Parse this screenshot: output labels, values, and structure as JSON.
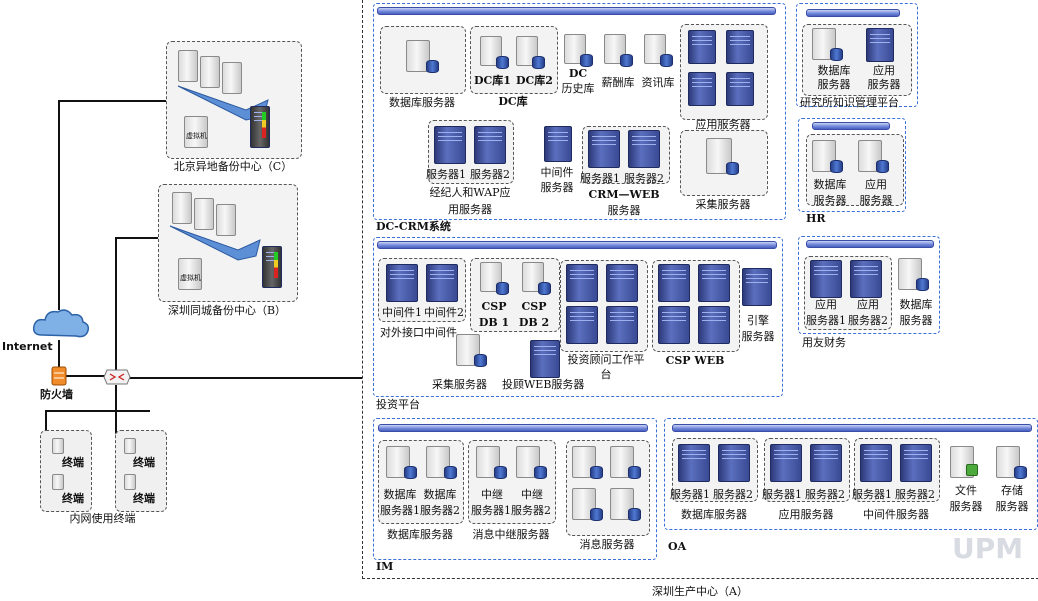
{
  "internet": {
    "label": "Internet",
    "firewall_label": "防火墙"
  },
  "beijing": {
    "label": "北京异地备份中心（C）",
    "vm_label": "虚拟机"
  },
  "shenzhen_backup": {
    "label": "深圳同城备份中心（B）",
    "vm_label": "虚拟机"
  },
  "terminals": {
    "label": "内网使用终端",
    "items": [
      "终端",
      "终端",
      "终端",
      "终端"
    ]
  },
  "production": {
    "label": "深圳生产中心（A）"
  },
  "dc_crm": {
    "label": "DC-CRM系统",
    "db_server": "数据库服务器",
    "dc_lib": {
      "label": "DC库",
      "items": [
        "DC库1",
        "DC库2"
      ]
    },
    "dc_history": [
      "DC",
      "历史库"
    ],
    "salary": "薪酬库",
    "info": "资讯库",
    "app_server": "应用服务器",
    "broker": {
      "items": [
        "服务器1",
        "服务器2"
      ],
      "label": [
        "经纪人和WAP应",
        "用服务器"
      ]
    },
    "middleware": [
      "中间件",
      "服务器"
    ],
    "crm_web": {
      "items": [
        "服务器1",
        "服务器2"
      ],
      "label": [
        "CRM—WEB",
        "服务器"
      ]
    },
    "collect": "采集服务器"
  },
  "research": {
    "db": [
      "数据库",
      "服务器"
    ],
    "app": [
      "应用",
      "服务器"
    ],
    "label": "研究所知识管理平台"
  },
  "hr": {
    "db": [
      "数据库",
      "服务器"
    ],
    "app": [
      "应用",
      "服务器"
    ],
    "label": "HR"
  },
  "yonyou": {
    "app1": [
      "应用",
      "服务器1"
    ],
    "app2": [
      "应用",
      "服务器2"
    ],
    "db": [
      "数据库",
      "服务器"
    ],
    "label": "用友财务"
  },
  "invest": {
    "label": "投资平台",
    "mw": {
      "items": [
        "中间件1",
        "中间件2"
      ],
      "label": "对外接口中间件"
    },
    "csp_db": [
      "CSP",
      "DB 1",
      "CSP",
      "DB 2"
    ],
    "advisor": [
      "投资顾问工作平",
      "台"
    ],
    "csp_web": "CSP WEB",
    "engine": [
      "引擎",
      "服务器"
    ],
    "collect": "采集服务器",
    "advisor_web": "投顾WEB服务器"
  },
  "im": {
    "label": "IM",
    "db": {
      "items": [
        "数据库",
        "服务器1",
        "数据库",
        "服务器2"
      ],
      "label": "数据库服务器"
    },
    "relay": {
      "items": [
        "中继",
        "服务器1",
        "中继",
        "服务器2"
      ],
      "label": "消息中继服务器"
    },
    "msg": "消息服务器"
  },
  "oa": {
    "label": "OA",
    "db": {
      "items": [
        "服务器1",
        "服务器2"
      ],
      "label": "数据库服务器"
    },
    "app": {
      "items": [
        "服务器1",
        "服务器2"
      ],
      "label": "应用服务器"
    },
    "mw": {
      "items": [
        "服务器1",
        "服务器2"
      ],
      "label": "中间件服务器"
    },
    "file": [
      "文件",
      "服务器"
    ],
    "storage": [
      "存储",
      "服务器"
    ]
  },
  "watermark": "UPM"
}
